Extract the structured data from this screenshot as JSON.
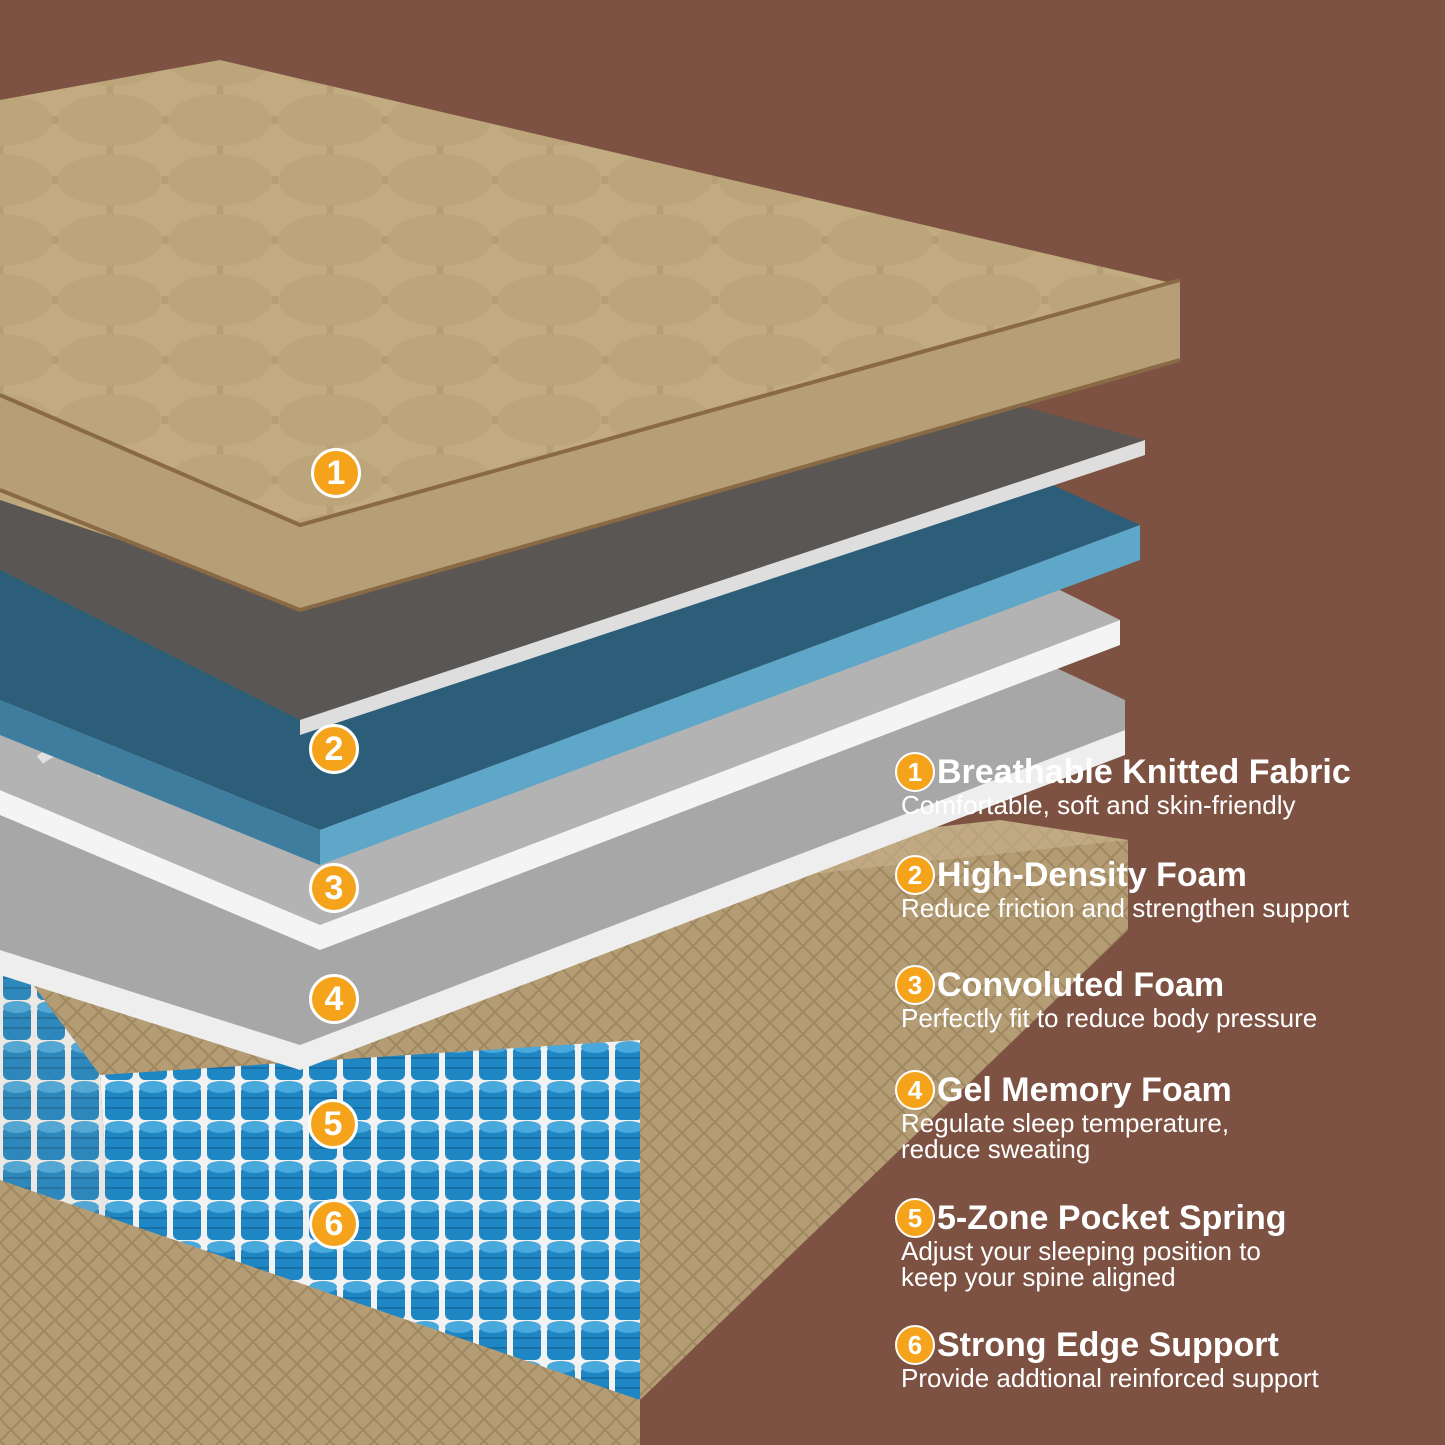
{
  "colors": {
    "background": "#7d5242",
    "badge": "#f6a31c",
    "text": "#ffffff"
  },
  "image": {
    "markers": [
      "1",
      "2",
      "3",
      "4",
      "5",
      "6"
    ],
    "features": [
      {
        "number": "1",
        "title": "Breathable Knitted Fabric",
        "description": "Comfortable, soft and skin-friendly"
      },
      {
        "number": "2",
        "title": "High-Density Foam",
        "description": "Reduce friction and strengthen support"
      },
      {
        "number": "3",
        "title": "Convoluted Foam",
        "description": "Perfectly fit to reduce body pressure"
      },
      {
        "number": "4",
        "title": "Gel Memory Foam",
        "description": "Regulate sleep temperature,\nreduce sweating"
      },
      {
        "number": "5",
        "title": "5-Zone Pocket Spring",
        "description": "Adjust your sleeping position to\nkeep your spine aligned"
      },
      {
        "number": "6",
        "title": "Strong Edge Support",
        "description": "Provide addtional reinforced support"
      }
    ]
  }
}
